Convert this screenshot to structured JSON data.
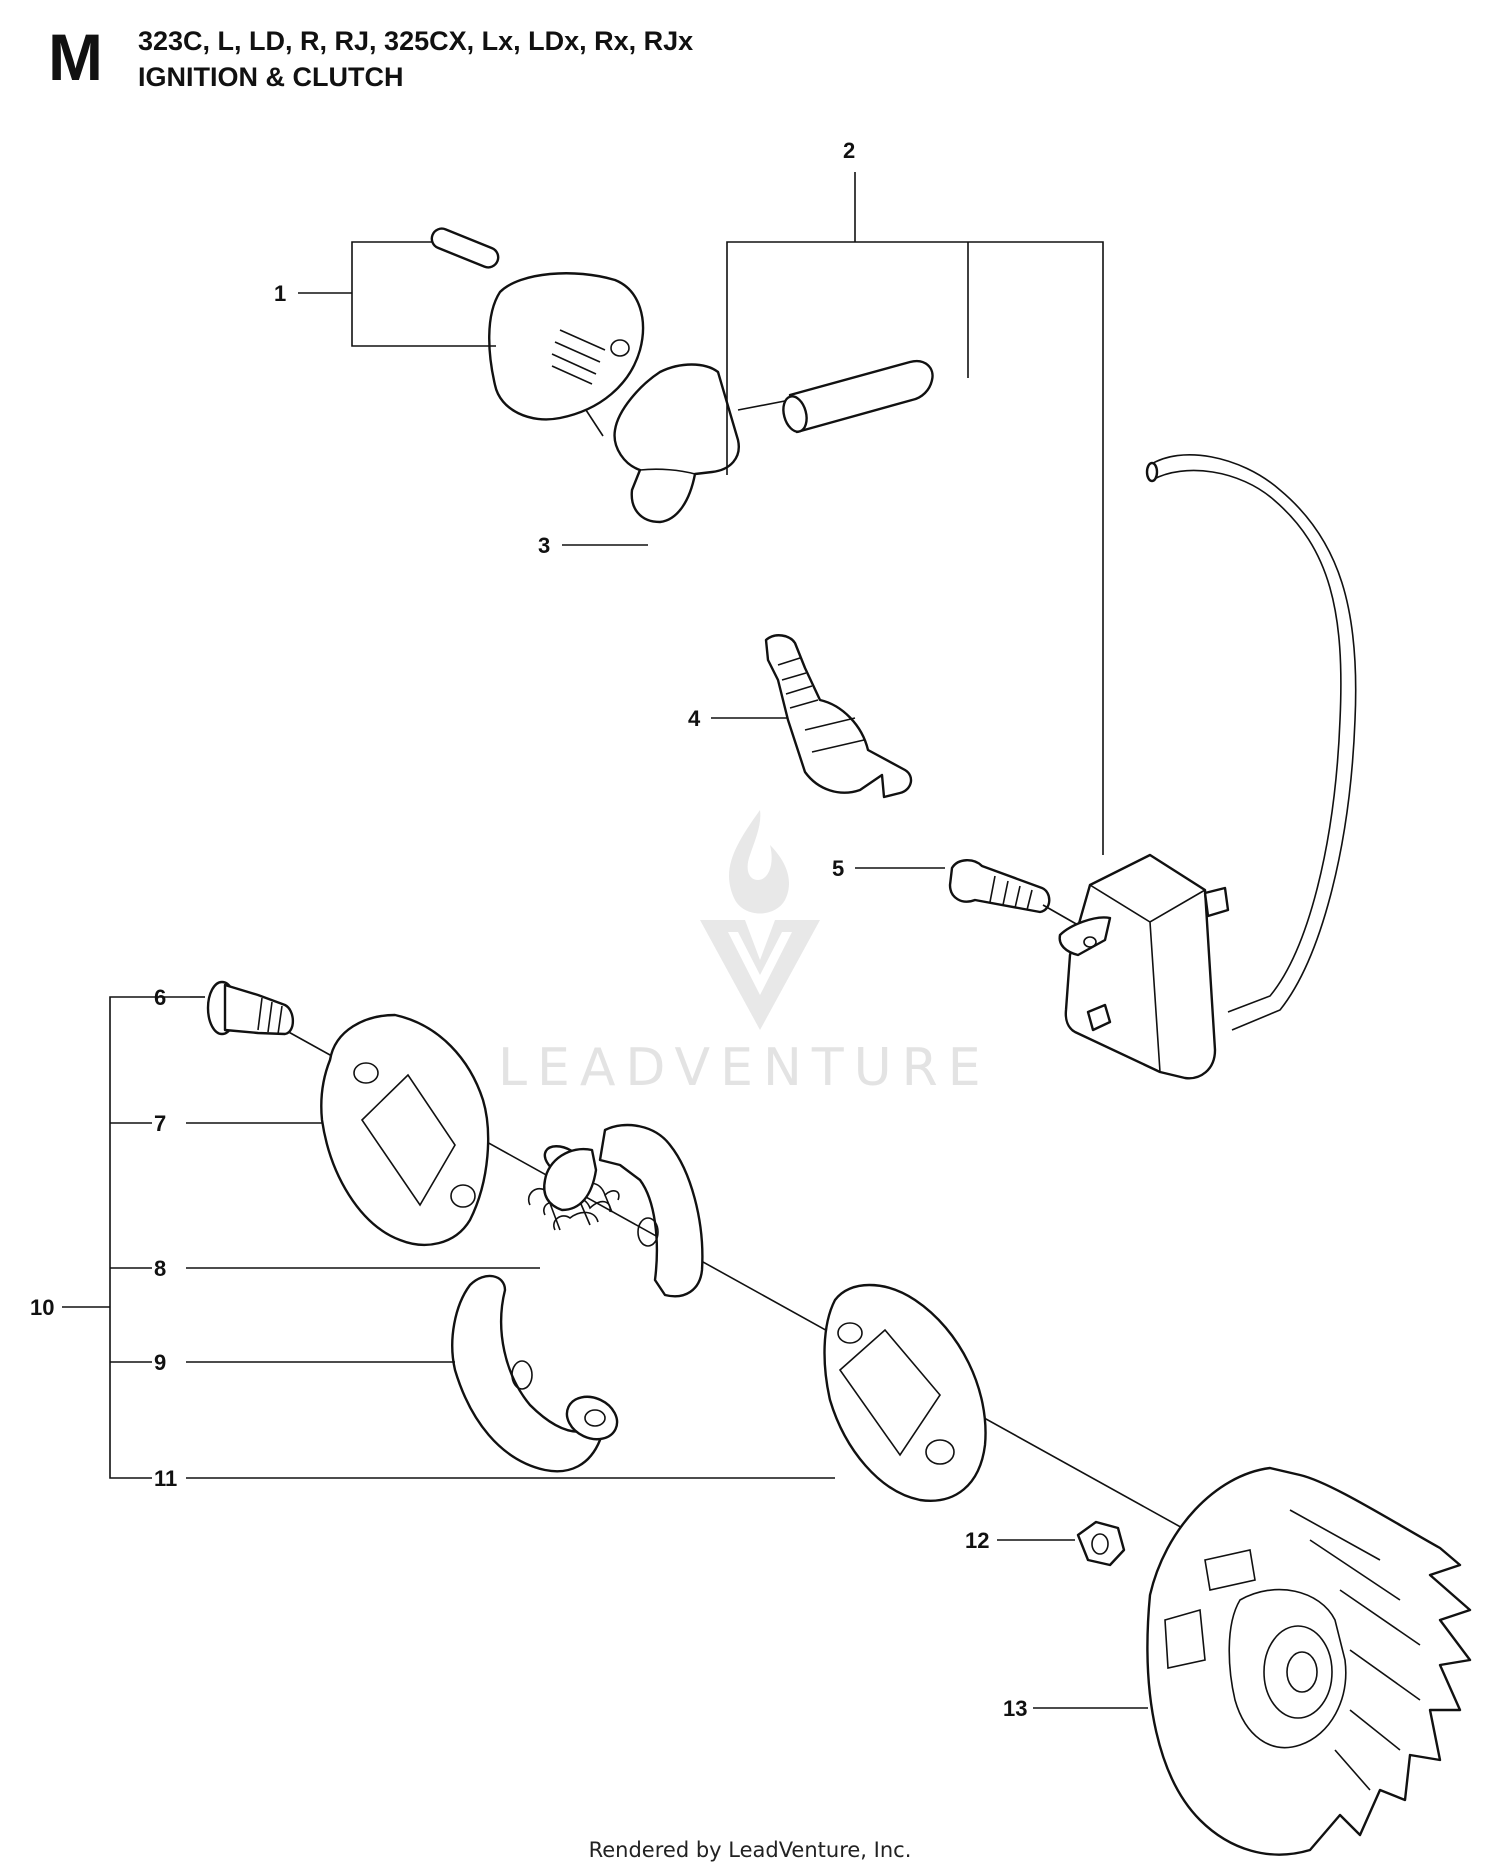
{
  "header": {
    "section_letter": "M",
    "models": "323C, L, LD, R, RJ, 325CX, Lx, LDx, Rx, RJx",
    "title": "IGNITION & CLUTCH"
  },
  "callouts": {
    "c1": "1",
    "c2": "2",
    "c3": "3",
    "c4": "4",
    "c5": "5",
    "c6": "6",
    "c7": "7",
    "c8": "8",
    "c9": "9",
    "c10": "10",
    "c11": "11",
    "c12": "12",
    "c13": "13"
  },
  "watermark": {
    "text": "LEADVENTURE"
  },
  "footer": {
    "text": "Rendered by LeadVenture, Inc."
  }
}
